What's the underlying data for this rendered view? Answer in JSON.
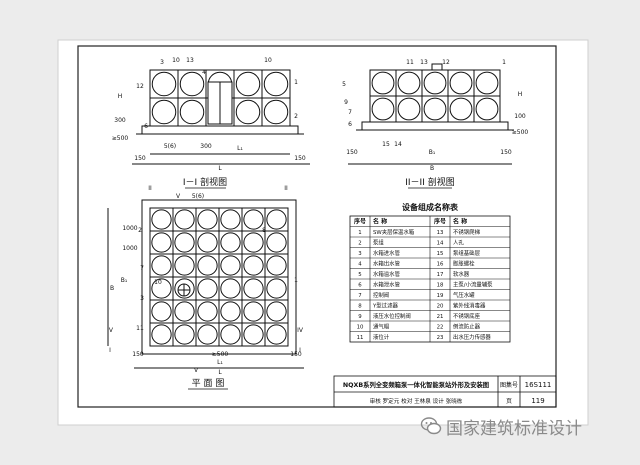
{
  "side1": {
    "title": "I－I 剖视图",
    "callouts": [
      "3",
      "10",
      "13",
      "4",
      "10",
      "12",
      "1",
      "2",
      "6"
    ],
    "dims_vertical": [
      "H",
      "300",
      "≥500"
    ],
    "dims_bottom": [
      "5(6)",
      "300",
      "L₁",
      "150",
      "L",
      "150"
    ],
    "section_marks": [
      "I",
      "I"
    ]
  },
  "side2": {
    "title": "II－II 剖视图",
    "callouts": [
      "11",
      "13",
      "12",
      "1",
      "5",
      "9",
      "7",
      "6",
      "15",
      "14"
    ],
    "dims_vertical": [
      "H",
      "100",
      "≥500"
    ],
    "dims_bottom": [
      "150",
      "B₁",
      "150",
      "B"
    ]
  },
  "plan": {
    "title": "平 面 图",
    "callouts": [
      "V",
      "5(6)",
      "2",
      "10",
      "7",
      "11",
      "3",
      "8",
      "1"
    ],
    "dims": [
      "1000",
      "1000",
      "B",
      "B₁",
      "150",
      "≥500",
      "150",
      "L₁",
      "L"
    ],
    "section_marks": [
      "II",
      "II",
      "IV",
      "IV",
      "I",
      "I",
      "V"
    ]
  },
  "equipment_table": {
    "title": "设备组成名称表",
    "headers": [
      "序号",
      "名 称",
      "序号",
      "名 称"
    ],
    "rows": [
      [
        "1",
        "SW夹层保温水箱",
        "13",
        "不锈钢爬梯"
      ],
      [
        "2",
        "泵组",
        "14",
        "人孔"
      ],
      [
        "3",
        "水箱进水管",
        "15",
        "泵组基础层"
      ],
      [
        "4",
        "水箱出水管",
        "16",
        "膨胀螺栓"
      ],
      [
        "5",
        "水箱溢水管",
        "17",
        "软水器"
      ],
      [
        "6",
        "水箱泄水管",
        "18",
        "主泵/小流量辅泵"
      ],
      [
        "7",
        "控制阀",
        "19",
        "气压水罐"
      ],
      [
        "8",
        "Y型过滤器",
        "20",
        "紫外线消毒器"
      ],
      [
        "9",
        "液压水位控制阀",
        "21",
        "不锈钢底座"
      ],
      [
        "10",
        "通气帽",
        "22",
        "倒流防止器"
      ],
      [
        "11",
        "液位计",
        "23",
        "出水压力传感器"
      ]
    ]
  },
  "title_block": {
    "title": "NQXB系列全变频箱泵一体化智能泵站外形及安装图",
    "atlas_label": "图集号",
    "atlas_no": "16S111",
    "review_row": "审核 罗定元 校对 王林泉 设计 张晓栋",
    "page_label": "页",
    "page_no": "119"
  },
  "watermark": {
    "text": "国家建筑标准设计"
  }
}
